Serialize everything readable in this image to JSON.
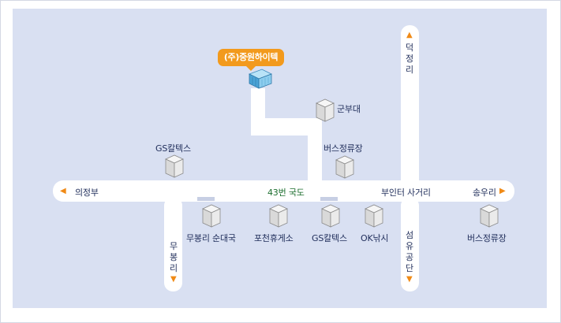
{
  "company": {
    "name": "(주)중원하이텍"
  },
  "roads": {
    "main_road": "43번 국도",
    "intersection": "부인터 사거리"
  },
  "directions": {
    "west": "의정부",
    "east": "송우리",
    "north": "덕정리",
    "south_right": "섬유공단",
    "south_left": "무봉리"
  },
  "landmarks": {
    "military": "군부대",
    "gs_top": "GS칼텍스",
    "bus_terminal_north": "버스정류장",
    "mubongri_store": "무봉리 순대국",
    "pocheon_rest": "포천휴게소",
    "gs_bottom": "GS칼텍스",
    "ok_fishing": "OK낚시",
    "bus_terminal_east": "버스정류장"
  },
  "colors": {
    "background": "#d9e0f2",
    "road": "#ffffff",
    "accent": "#f29a1d",
    "label": "#1f2d5a",
    "road_label": "#1c6e2e"
  },
  "icons": {
    "building": "building-icon",
    "company": "office-building-icon",
    "arrow_left": "arrow-left-icon",
    "arrow_right": "arrow-right-icon",
    "arrow_up": "arrow-up-icon",
    "arrow_down": "arrow-down-icon"
  }
}
